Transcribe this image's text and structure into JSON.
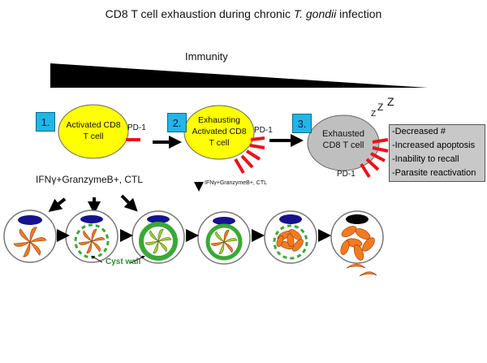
{
  "title": {
    "prefix": "CD8 T cell exhaustion during chronic ",
    "italic": "T. gondii",
    "suffix": " infection"
  },
  "immunity_label": "Immunity",
  "steps": [
    "1.",
    "2.",
    "3."
  ],
  "cells": {
    "activated": [
      "Activated CD8",
      "T cell"
    ],
    "exhausting": [
      "Exhausting",
      "Activated CD8",
      "T cell"
    ],
    "exhausted": [
      "Exhausted",
      "CD8 T cell"
    ]
  },
  "pd1_label": "PD-1",
  "zzz": [
    "Z",
    "Z",
    "Z"
  ],
  "effector_label": "IFNγ+GranzymeB+, CTL",
  "effector_small_label": "IFNγ+GranzymeB+, CTL",
  "cyst_wall_label": "Cyst wall",
  "summary_items": [
    "-Decreased #",
    "-Increased apoptosis",
    "-Inability to recall",
    "-Parasite reactivation"
  ],
  "colors": {
    "cell_active": "#ffff00",
    "cell_exhausted": "#bfbfbf",
    "pd1": "#e8141b",
    "step_box": "#20b6e6",
    "parasite": "#f47a1f",
    "cyst_wall": "#39a935",
    "nucleus": "#16128f",
    "cyst_wall_text": "#2e8b2e"
  },
  "icons": [
    "arrow-right-icon",
    "arrow-down-icon",
    "immunity-wedge",
    "pd1-receptor-icon",
    "zzz-sleep-icon",
    "host-cell-icon",
    "parasite-icon",
    "cyst-wall-icon"
  ]
}
